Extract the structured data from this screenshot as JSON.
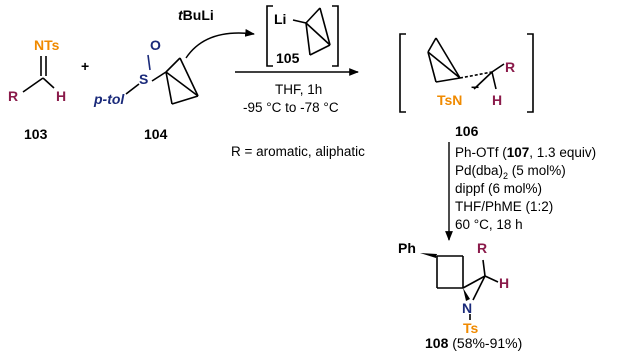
{
  "reagents": {
    "compound_103": {
      "atom_nts": "NTs",
      "atom_r": "R",
      "atom_h": "H",
      "label": "103"
    },
    "plus": "+",
    "compound_104": {
      "atom_s": "S",
      "atom_o": "O",
      "ptol": "p-tol",
      "label": "104"
    }
  },
  "step1": {
    "tbuli": {
      "t": "t",
      "rest": "BuLi"
    },
    "intermediate_105": {
      "atom_li": "Li",
      "label": "105"
    },
    "conditions": [
      "THF, 1h",
      "-95 °C to -78 °C"
    ],
    "r_note": "R = aromatic, aliphatic"
  },
  "intermediate_106": {
    "atom_r": "R",
    "atom_tsn": "TsN",
    "charge": "−",
    "atom_h": "H",
    "label": "106"
  },
  "step2": {
    "conditions": {
      "line1": {
        "pre": "Ph-OTf (",
        "bold": "107",
        "post": ", 1.3 equiv)"
      },
      "line2": {
        "pre": "Pd(dba)",
        "sub": "2",
        "post": " (5 mol%)"
      },
      "line3": "dippf (6 mol%)",
      "line4": "THF/PhME (1:2)",
      "line5": "60 °C, 18 h"
    }
  },
  "product_108": {
    "atom_ph": "Ph",
    "atom_r": "R",
    "atom_h": "H",
    "atom_n": "N",
    "atom_ts": "Ts",
    "label": {
      "bold": "108",
      "rest": " (58%-91%)"
    }
  },
  "colors": {
    "orange": "#f08a00",
    "navy": "#1a2a7a",
    "plum": "#8a1a4a",
    "black": "#000000"
  }
}
